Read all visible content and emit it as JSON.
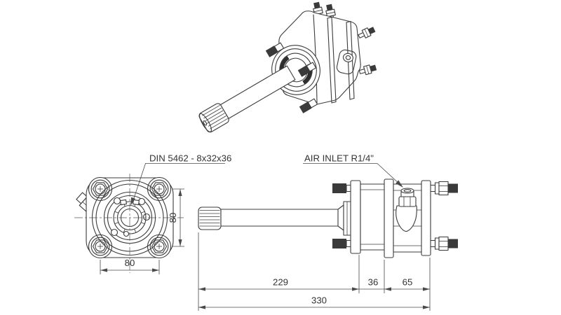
{
  "drawing": {
    "background": "#ffffff",
    "part_line_color": "#3b3b3b",
    "dimension_color": "#4a4a4a",
    "text_color": "#333333",
    "labels": {
      "spline_standard": "DIN 5462 - 8x32x36",
      "air_inlet": "AIR INLET R1/4\""
    },
    "front_view": {
      "bolt_spacing_width": "80",
      "bolt_spacing_height": "80"
    },
    "side_view": {
      "shaft_length": "229",
      "mid_section": "36",
      "end_section": "65",
      "total_length": "330"
    }
  }
}
